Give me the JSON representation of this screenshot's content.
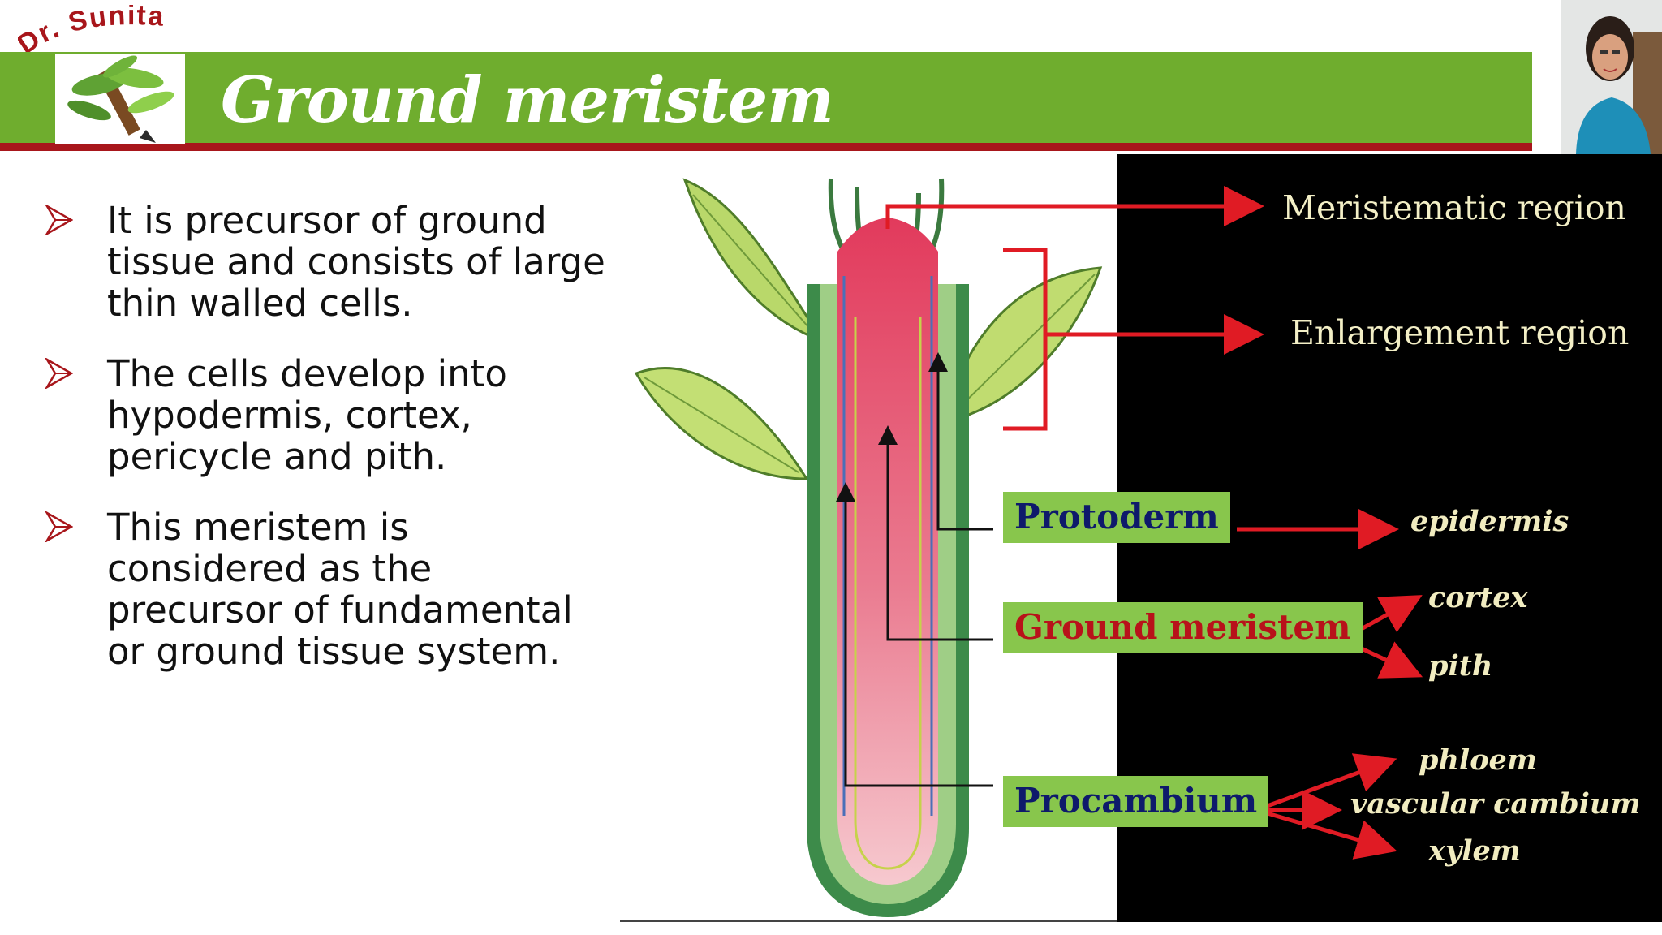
{
  "brand": {
    "name": "Dr. Sunita",
    "color": "#a8161b"
  },
  "header": {
    "title": "Ground meristem",
    "bar_color": "#6fad2e",
    "accent_color": "#a8161b"
  },
  "bullets": [
    {
      "text": "It is precursor of ground tissue and consists of large thin walled cells."
    },
    {
      "text": "The cells develop into hypodermis, cortex, pericycle and pith."
    },
    {
      "text": "This meristem is considered as the precursor of fundamental or ground tissue system."
    }
  ],
  "figure": {
    "regions": {
      "meristematic": "Meristematic  region",
      "enlargement": "Enlargement  region"
    },
    "tags": {
      "protoderm": "Protoderm",
      "ground_meristem": "Ground meristem",
      "procambium": "Procambium"
    },
    "products": {
      "epidermis": "epidermis",
      "cortex": "cortex",
      "pith": "pith",
      "phloem": "phloem",
      "vascular_cambium": "vascular cambium",
      "xylem": "xylem"
    }
  }
}
